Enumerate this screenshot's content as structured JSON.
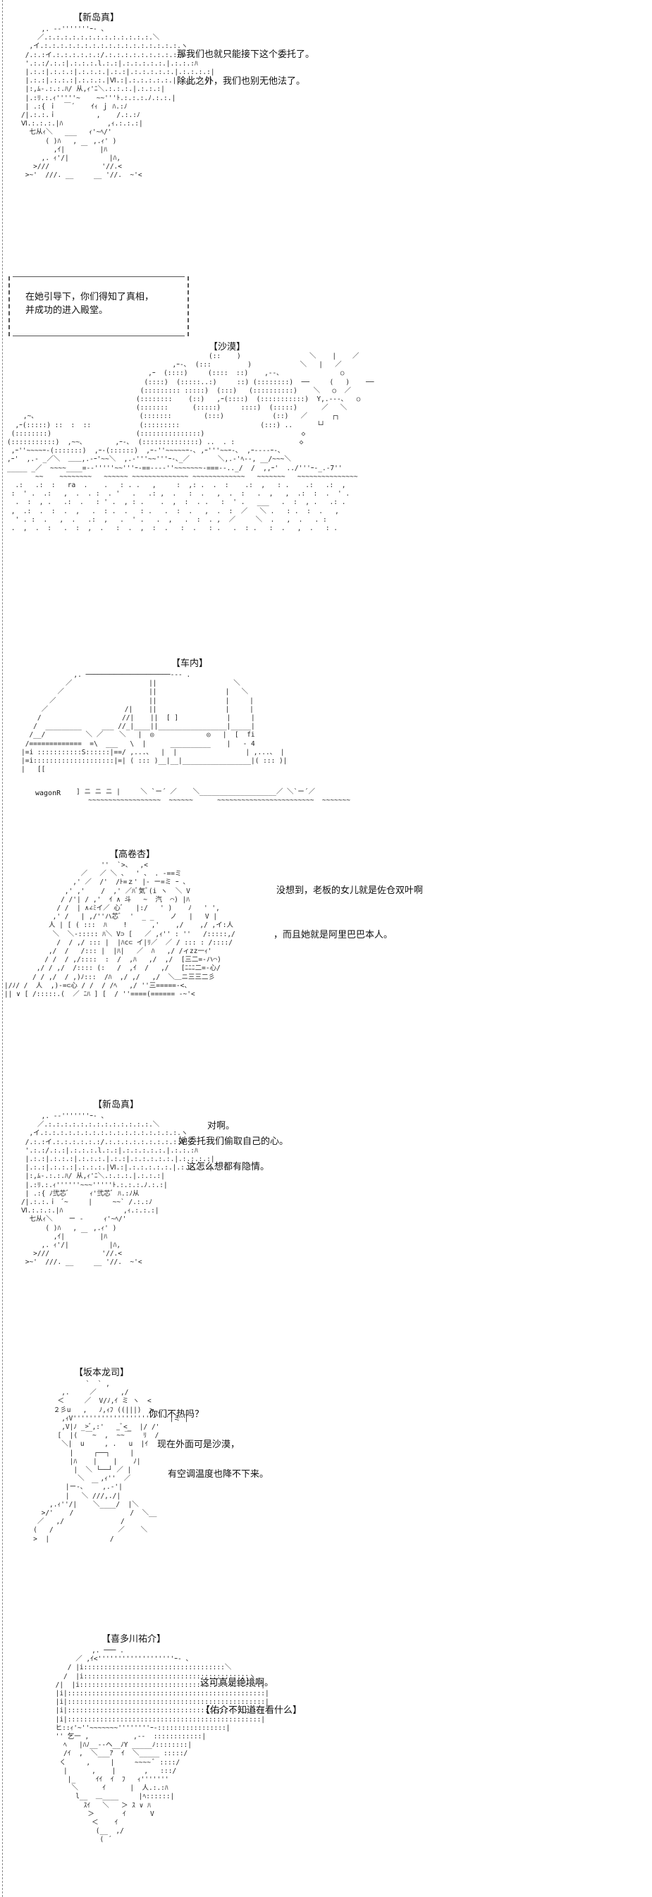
{
  "panels": {
    "p1": {
      "speaker": "【新岛真】",
      "lines": [
        "那我们也就只能接下这个委托了。",
        "除此之外，我们也别无他法了。"
      ]
    },
    "narration": {
      "lines": [
        "在她引导下，你们得知了真相，",
        "并成功的进入殿堂。"
      ]
    },
    "p2": {
      "location": "【沙漠】"
    },
    "p3": {
      "location": "【车内】",
      "plate": "wagonR"
    },
    "p4": {
      "speaker": "【高卷杏】",
      "lines": [
        "没想到，老板的女儿就是佐仓双叶啊",
        "，而且她就是阿里巴巴本人。"
      ]
    },
    "p5": {
      "speaker": "【新岛真】",
      "lines": [
        "对啊。",
        "她委托我们偷取自己的心。",
        "这怎么想都有隐情。"
      ]
    },
    "p6": {
      "speaker": "【坂本龙司】",
      "lines": [
        "你们不热吗？",
        "现在外面可是沙漠，",
        "有空调温度也降不下来。"
      ]
    },
    "p7": {
      "speaker": "【喜多川祐介】",
      "lines": [
        "这可真是绝境啊。",
        "【佑介不知道在看什么】"
      ]
    }
  }
}
